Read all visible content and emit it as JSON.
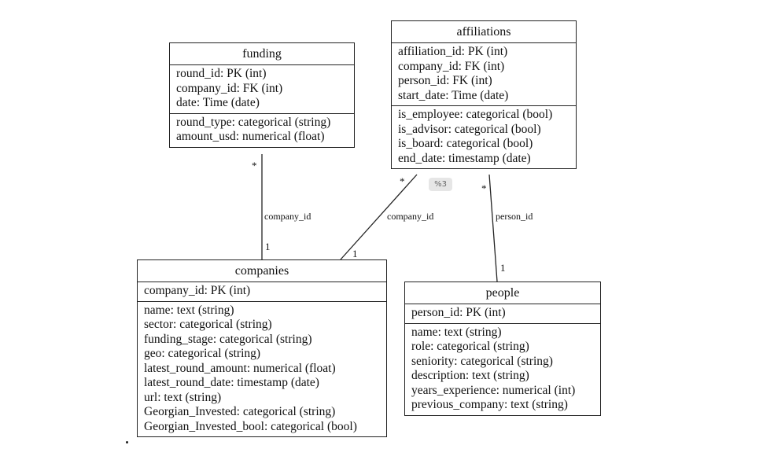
{
  "entities": {
    "funding": {
      "title": "funding",
      "keys": [
        "round_id: PK (int)",
        "company_id: FK (int)",
        "date: Time (date)"
      ],
      "attrs": [
        "round_type: categorical (string)",
        "amount_usd: numerical (float)"
      ]
    },
    "affiliations": {
      "title": "affiliations",
      "keys": [
        "affiliation_id: PK (int)",
        "company_id: FK (int)",
        "person_id: FK (int)",
        "start_date: Time (date)"
      ],
      "attrs": [
        "is_employee: categorical (bool)",
        "is_advisor: categorical (bool)",
        "is_board: categorical (bool)",
        "end_date: timestamp (date)"
      ]
    },
    "companies": {
      "title": "companies",
      "keys": [
        "company_id: PK (int)"
      ],
      "attrs": [
        "name: text (string)",
        "sector: categorical (string)",
        "funding_stage: categorical (string)",
        "geo: categorical (string)",
        "latest_round_amount: numerical (float)",
        "latest_round_date: timestamp (date)",
        "url: text (string)",
        "Georgian_Invested: categorical (string)",
        "Georgian_Invested_bool: categorical (bool)"
      ]
    },
    "people": {
      "title": "people",
      "keys": [
        "person_id: PK (int)"
      ],
      "attrs": [
        "name: text (string)",
        "role: categorical (string)",
        "seniority: categorical (string)",
        "description: text (string)",
        "years_experience: numerical (int)",
        "previous_company: text (string)"
      ]
    }
  },
  "relations": [
    {
      "label": "company_id",
      "from_card": "*",
      "to_card": "1"
    },
    {
      "label": "company_id",
      "from_card": "*",
      "to_card": "1"
    },
    {
      "label": "person_id",
      "from_card": "*",
      "to_card": "1"
    }
  ],
  "badge": "%3"
}
